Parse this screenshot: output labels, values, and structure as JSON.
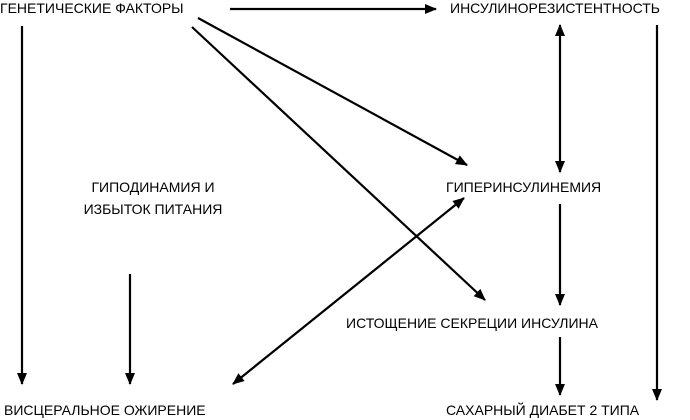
{
  "diagram": {
    "nodes": {
      "genetic": "ГЕНЕТИЧЕСКИЕ ФАКТОРЫ",
      "insulin_resistance": "ИНСУЛИНОРЕЗИСТЕНТНОСТЬ",
      "hypodynamia_line1": "ГИПОДИНАМИЯ И",
      "hypodynamia_line2": "ИЗБЫТОК ПИТАНИЯ",
      "hyperinsulinemia": "ГИПЕРИНСУЛИНЕМИЯ",
      "secretion_depletion": "ИСТОЩЕНИЕ СЕКРЕЦИИ ИНСУЛИНА",
      "visceral_obesity": "ВИСЦЕРАЛЬНОЕ ОЖИРЕНИЕ",
      "diabetes": "САХАРНЫЙ ДИАБЕТ 2 ТИПА"
    },
    "edges": [
      {
        "from": "genetic",
        "to": "insulin_resistance",
        "direction": "forward"
      },
      {
        "from": "genetic",
        "to": "visceral_obesity",
        "direction": "forward"
      },
      {
        "from": "genetic",
        "to": "hyperinsulinemia",
        "direction": "forward"
      },
      {
        "from": "genetic",
        "to": "secretion_depletion",
        "direction": "forward"
      },
      {
        "from": "insulin_resistance",
        "to": "hyperinsulinemia",
        "direction": "both"
      },
      {
        "from": "insulin_resistance",
        "to": "diabetes",
        "direction": "forward"
      },
      {
        "from": "hypodynamia",
        "to": "visceral_obesity",
        "direction": "forward"
      },
      {
        "from": "hyperinsulinemia",
        "to": "visceral_obesity",
        "direction": "both"
      },
      {
        "from": "hyperinsulinemia",
        "to": "secretion_depletion",
        "direction": "forward"
      },
      {
        "from": "secretion_depletion",
        "to": "diabetes",
        "direction": "forward"
      }
    ],
    "colors": {
      "line": "#000000",
      "text": "#000000",
      "background": "#ffffff"
    }
  }
}
